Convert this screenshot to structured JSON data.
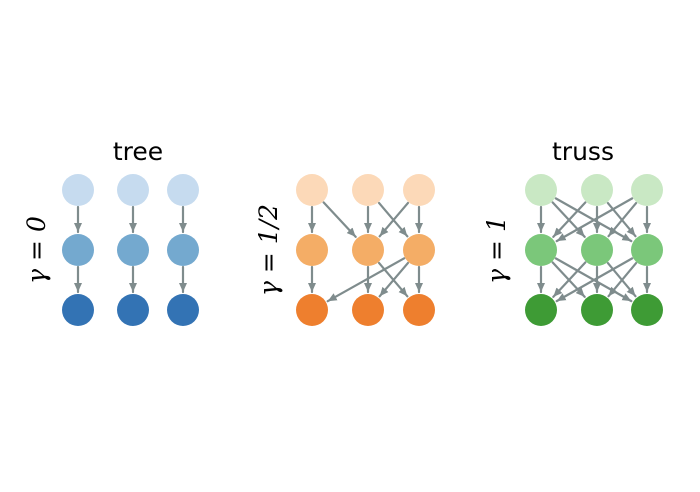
{
  "colors": {
    "edge": "#7f8c8d",
    "background": "#ffffff"
  },
  "panels": [
    {
      "id": "tree",
      "title": "tree",
      "gamma_label": "γ = 0",
      "layer_colors": [
        "#c6dbef",
        "#74a9cf",
        "#3373b4"
      ],
      "edges": [
        [
          [
            0,
            0
          ],
          [
            1,
            0
          ]
        ],
        [
          [
            0,
            1
          ],
          [
            1,
            1
          ]
        ],
        [
          [
            0,
            2
          ],
          [
            1,
            2
          ]
        ],
        [
          [
            1,
            0
          ],
          [
            2,
            0
          ]
        ],
        [
          [
            1,
            1
          ],
          [
            2,
            1
          ]
        ],
        [
          [
            1,
            2
          ],
          [
            2,
            2
          ]
        ]
      ]
    },
    {
      "id": "half",
      "title": "",
      "gamma_label": "γ = 1/2",
      "layer_colors": [
        "#fcd9b8",
        "#f4ad66",
        "#ee7f2e"
      ],
      "edges": [
        [
          [
            0,
            0
          ],
          [
            1,
            0
          ]
        ],
        [
          [
            0,
            0
          ],
          [
            1,
            1
          ]
        ],
        [
          [
            0,
            1
          ],
          [
            1,
            1
          ]
        ],
        [
          [
            0,
            1
          ],
          [
            1,
            2
          ]
        ],
        [
          [
            0,
            2
          ],
          [
            1,
            1
          ]
        ],
        [
          [
            0,
            2
          ],
          [
            1,
            2
          ]
        ],
        [
          [
            1,
            0
          ],
          [
            2,
            0
          ]
        ],
        [
          [
            1,
            1
          ],
          [
            2,
            1
          ]
        ],
        [
          [
            1,
            1
          ],
          [
            2,
            2
          ]
        ],
        [
          [
            1,
            2
          ],
          [
            2,
            0
          ]
        ],
        [
          [
            1,
            2
          ],
          [
            2,
            1
          ]
        ],
        [
          [
            1,
            2
          ],
          [
            2,
            2
          ]
        ]
      ]
    },
    {
      "id": "truss",
      "title": "truss",
      "gamma_label": "γ = 1",
      "layer_colors": [
        "#c9e8c4",
        "#7bc77a",
        "#3e9b35"
      ],
      "edges": [
        [
          [
            0,
            0
          ],
          [
            1,
            0
          ]
        ],
        [
          [
            0,
            0
          ],
          [
            1,
            1
          ]
        ],
        [
          [
            0,
            0
          ],
          [
            1,
            2
          ]
        ],
        [
          [
            0,
            1
          ],
          [
            1,
            0
          ]
        ],
        [
          [
            0,
            1
          ],
          [
            1,
            1
          ]
        ],
        [
          [
            0,
            1
          ],
          [
            1,
            2
          ]
        ],
        [
          [
            0,
            2
          ],
          [
            1,
            0
          ]
        ],
        [
          [
            0,
            2
          ],
          [
            1,
            1
          ]
        ],
        [
          [
            0,
            2
          ],
          [
            1,
            2
          ]
        ],
        [
          [
            1,
            0
          ],
          [
            2,
            0
          ]
        ],
        [
          [
            1,
            0
          ],
          [
            2,
            1
          ]
        ],
        [
          [
            1,
            0
          ],
          [
            2,
            2
          ]
        ],
        [
          [
            1,
            1
          ],
          [
            2,
            0
          ]
        ],
        [
          [
            1,
            1
          ],
          [
            2,
            1
          ]
        ],
        [
          [
            1,
            1
          ],
          [
            2,
            2
          ]
        ],
        [
          [
            1,
            2
          ],
          [
            2,
            0
          ]
        ],
        [
          [
            1,
            2
          ],
          [
            2,
            1
          ]
        ],
        [
          [
            1,
            2
          ],
          [
            2,
            2
          ]
        ]
      ]
    }
  ]
}
